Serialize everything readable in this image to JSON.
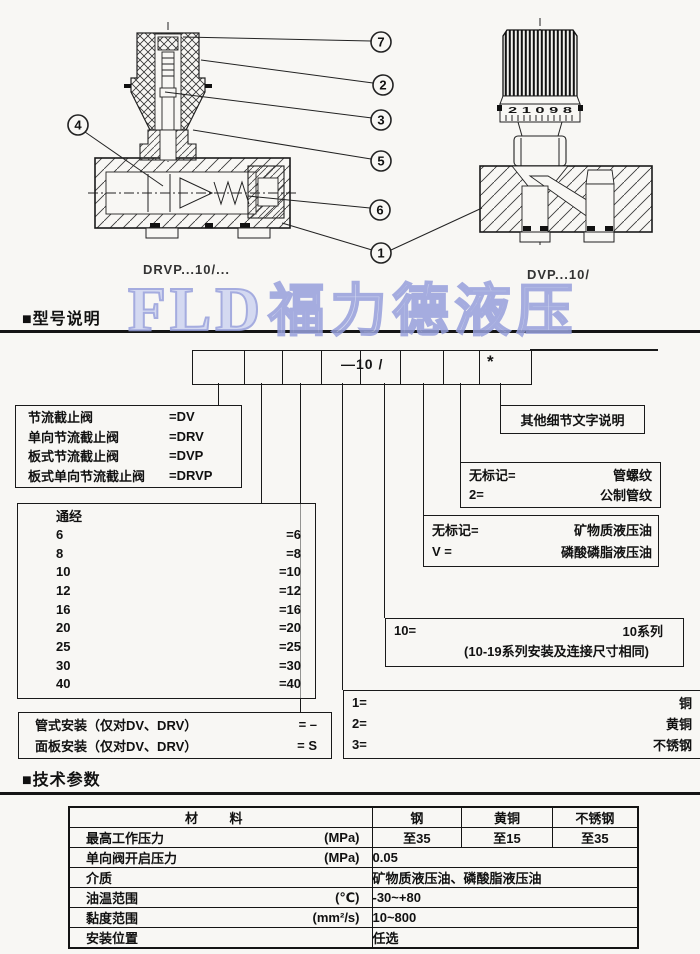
{
  "diagrams": {
    "left_label": "DRVP...10/...",
    "right_label": "DVP...10/",
    "scale_digits": "2 1 0 9 8",
    "callouts": [
      "7",
      "2",
      "3",
      "5",
      "6",
      "1",
      "4"
    ]
  },
  "watermark": {
    "latin": "FLD",
    "cjk": "福力德液压",
    "color": "#97a0dc"
  },
  "sections": {
    "model_title": "■型号说明",
    "tech_title": "■技术参数"
  },
  "model_code": {
    "infix": "—10 /",
    "star": "*"
  },
  "model_boxes": {
    "valve_types": {
      "rows": [
        {
          "label": "节流截止阀",
          "code": "=DV"
        },
        {
          "label": "单向节流截止阀",
          "code": "=DRV"
        },
        {
          "label": "板式节流截止阀",
          "code": "=DVP"
        },
        {
          "label": "板式单向节流截止阀",
          "code": "=DRVP"
        }
      ]
    },
    "bore": {
      "title": "通经",
      "rows": [
        {
          "label": "6",
          "code": "=6"
        },
        {
          "label": "8",
          "code": "=8"
        },
        {
          "label": "10",
          "code": "=10"
        },
        {
          "label": "12",
          "code": "=12"
        },
        {
          "label": "16",
          "code": "=16"
        },
        {
          "label": "20",
          "code": "=20"
        },
        {
          "label": "25",
          "code": "=25"
        },
        {
          "label": "30",
          "code": "=30"
        },
        {
          "label": "40",
          "code": "=40"
        }
      ]
    },
    "mounting": {
      "rows": [
        {
          "label": "管式安装（仅对DV、DRV）",
          "code": "= –"
        },
        {
          "label": "面板安装（仅对DV、DRV）",
          "code": "= S"
        }
      ]
    },
    "material": {
      "rows": [
        {
          "label": "1=",
          "value": "铜"
        },
        {
          "label": "2=",
          "value": "黄铜"
        },
        {
          "label": "3=",
          "value": "不锈钢"
        }
      ]
    },
    "series": {
      "code": "10=",
      "name": "10系列",
      "note": "(10-19系列安装及连接尺寸相同)"
    },
    "fluid": {
      "rows": [
        {
          "label": "无标记=",
          "value": "矿物质液压油"
        },
        {
          "label": "V =",
          "value": "磷酸磷脂液压油"
        }
      ]
    },
    "thread": {
      "rows": [
        {
          "label": "无标记=",
          "value": "管螺纹"
        },
        {
          "label": "2=",
          "value": "公制管纹"
        }
      ]
    },
    "other": {
      "text": "其他细节文字说明"
    }
  },
  "tech_table": {
    "header": {
      "material": "材  料",
      "cols": [
        "钢",
        "黄铜",
        "不锈钢"
      ]
    },
    "rows": [
      {
        "label": "最高工作压力",
        "unit": "(MPa)",
        "values": [
          "至35",
          "至15",
          "至35"
        ]
      },
      {
        "label": "单向阀开启压力",
        "unit": "(MPa)",
        "span": "0.05"
      },
      {
        "label": "介质",
        "unit": "",
        "span": "矿物质液压油、磷酸脂液压油"
      },
      {
        "label": "油温范围",
        "unit": "(℃)",
        "span": "-30~+80"
      },
      {
        "label": "黏度范围",
        "unit": "(mm²/s)",
        "span": "10~800"
      },
      {
        "label": "安装位置",
        "unit": "",
        "span": "任选"
      }
    ]
  }
}
